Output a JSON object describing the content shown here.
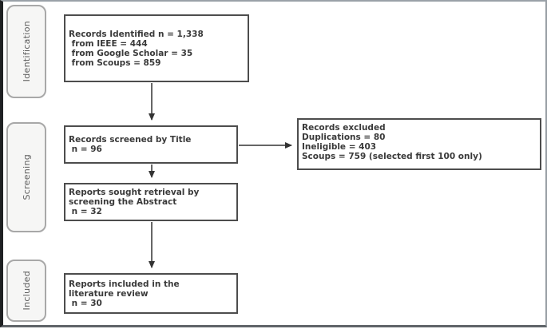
{
  "palette": {
    "page_bg": "#ffffff",
    "node_border": "#4d4d4d",
    "node_fill": "#ffffff",
    "node_text": "#3a3a3a",
    "stage_fill": "#f6f6f5",
    "stage_border": "#a8a8a8",
    "stage_text": "#5e5e5e",
    "arrow": "#333333",
    "frame_dark": "#1f2123",
    "frame_light": "#9aa1a8"
  },
  "stages": [
    {
      "id": "identification",
      "label": "Identification"
    },
    {
      "id": "screening",
      "label": "Screening"
    },
    {
      "id": "included",
      "label": "Included"
    }
  ],
  "boxes": {
    "identified": {
      "lines": [
        "Records Identified n = 1,338",
        " from IEEE = 444",
        " from Google Scholar = 35",
        " from Scoups = 859"
      ]
    },
    "screened": {
      "lines": [
        "Records screened by Title",
        " n = 96"
      ]
    },
    "excluded": {
      "lines": [
        "Records excluded",
        "Duplications = 80",
        "Ineligible = 403",
        "Scoups = 759 (selected first 100 only)"
      ]
    },
    "retrieval": {
      "lines": [
        "Reports sought retrieval by",
        "screening the Abstract",
        " n = 32"
      ]
    },
    "included": {
      "lines": [
        "Reports included in the",
        "literature review",
        " n = 30"
      ]
    }
  }
}
